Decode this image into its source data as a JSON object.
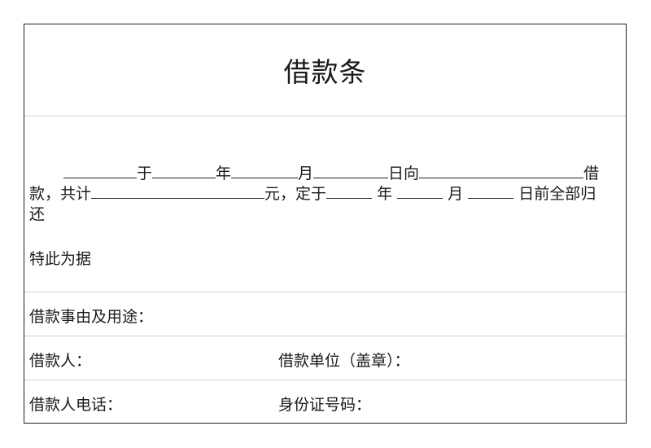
{
  "form": {
    "title": "借款条",
    "paragraph": {
      "seg_yu": "于",
      "seg_nian": "年",
      "seg_yue": "月",
      "seg_rixiang": "日向",
      "seg_jie": "借",
      "seg_kuan_gongji": "款，共计",
      "seg_yuan_dingyu": "元，定于",
      "seg_nian2": " 年 ",
      "seg_yue2": " 月 ",
      "seg_riqian": " 日前全部归",
      "seg_huan": "还"
    },
    "note": "特此为据",
    "fields": {
      "purpose_label": "借款事由及用途：",
      "borrower_label": "借款人：",
      "unit_label": "借款单位（盖章）：",
      "phone_label": "借款人电话：",
      "id_label": "身份证号码："
    }
  }
}
